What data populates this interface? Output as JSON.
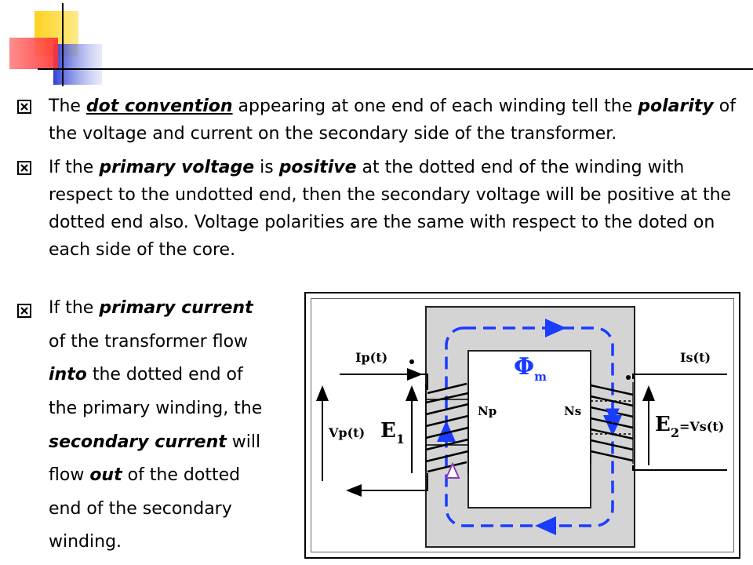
{
  "bullet1": {
    "t1": "The ",
    "t2": "dot convention",
    "t3": " appearing at one end of each winding tell the ",
    "t4": "polarity",
    "t5": " of the voltage and current on the secondary side of the transformer."
  },
  "bullet2": {
    "t1": "If the ",
    "t2": "primary voltage",
    "t3": " is ",
    "t4": "positive",
    "t5": " at the dotted end of the winding with respect to the undotted end, then the secondary voltage will be positive at the dotted end also. Voltage polarities are the same with respect to the doted on each side of the core."
  },
  "bullet3": {
    "l1a": "If the ",
    "l1b": "primary current",
    "l2": "of the transformer flow",
    "l3a": "into",
    "l3b": " the dotted end of",
    "l4": "the primary winding, the",
    "l5a": "secondary current",
    "l5b": " will",
    "l6a": "flow ",
    "l6b": "out",
    "l6c": " of the dotted",
    "l7": "end of the secondary",
    "l8": "winding."
  },
  "diagram": {
    "ip": "Ip(t)",
    "is": "Is(t)",
    "vp": "Vp(t)",
    "e1": "E",
    "e1_sub": "1",
    "np": "Np",
    "ns": "Ns",
    "e2": "E",
    "e2_sub": "2",
    "e2_eq": "=Vs(t)",
    "phi": "Φ",
    "phi_sub": "m",
    "flux_color": "#1a3cff",
    "core_color": "#d4d4d4"
  },
  "colors": {
    "deco_yellow": "#ffd21f",
    "deco_red": "#ff5a5a",
    "deco_blue": "#3b4bd6"
  }
}
